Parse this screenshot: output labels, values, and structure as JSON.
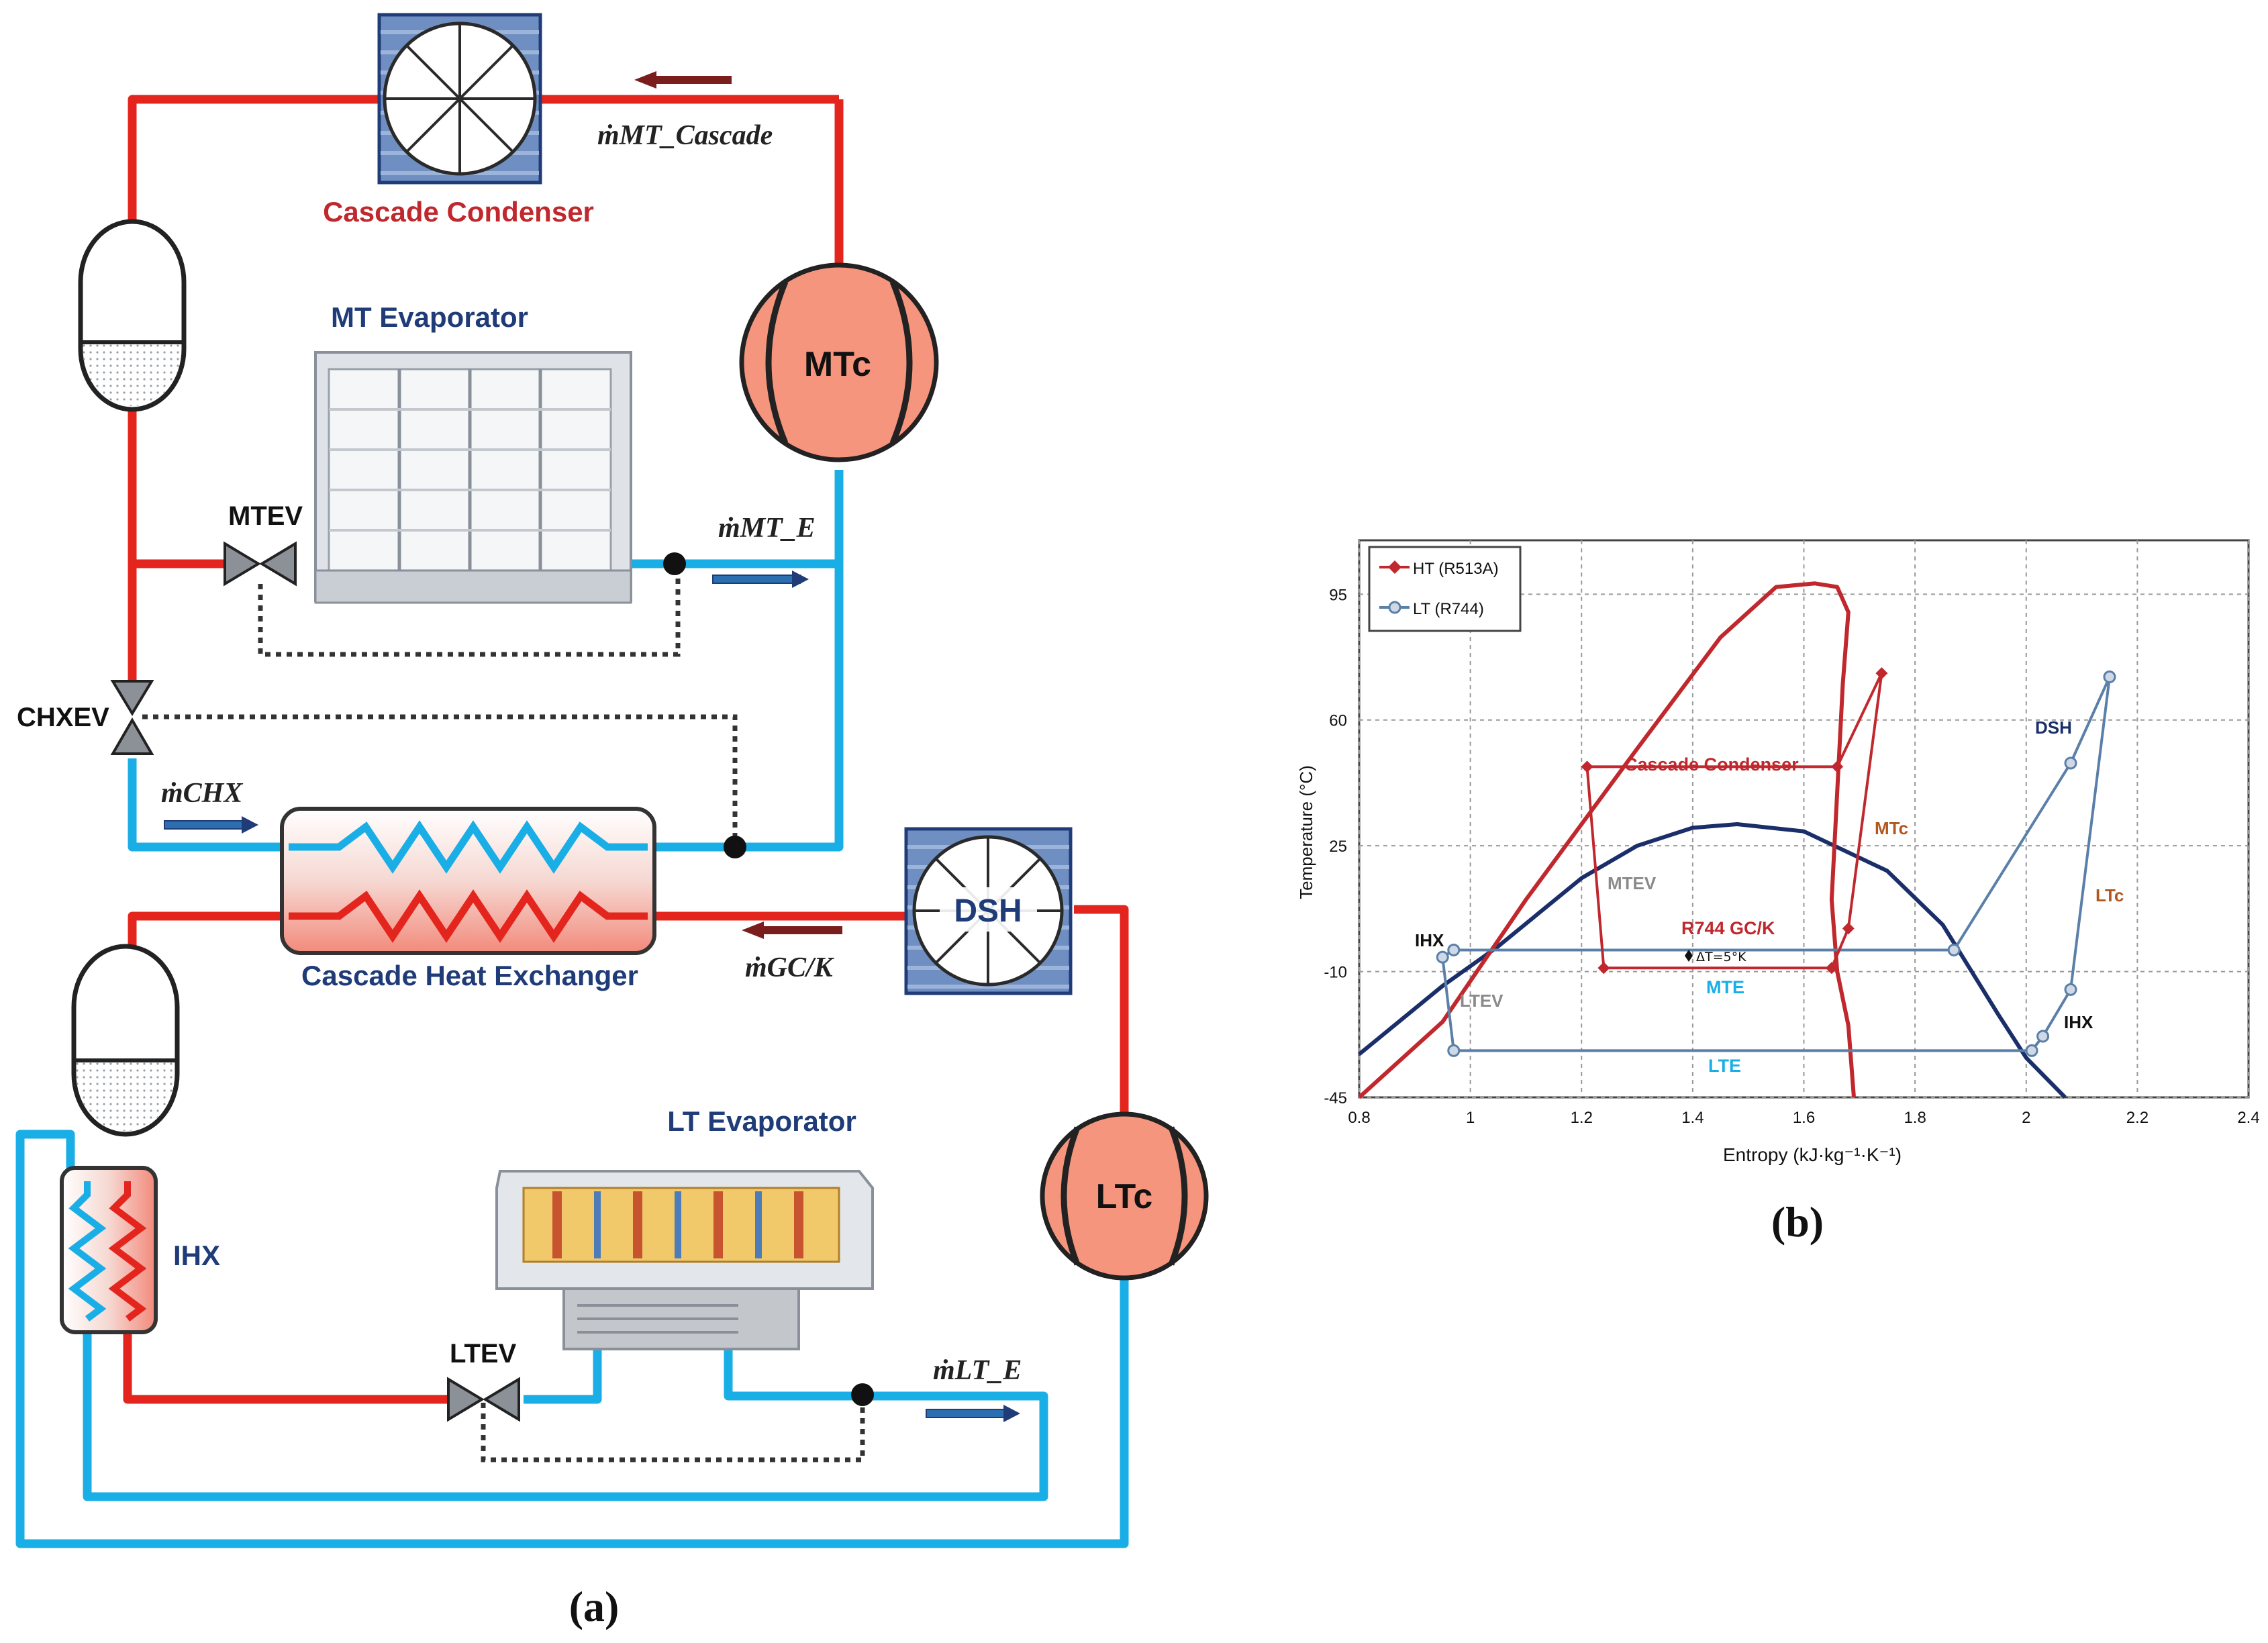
{
  "figure": {
    "panel_a_label": "(a)",
    "panel_b_label": "(b)"
  },
  "schematic": {
    "labels": {
      "cascade_condenser": "Cascade Condenser",
      "mt_evaporator": "MT Evaporator",
      "mt_compressor": "MTc",
      "mt_ev": "MTEV",
      "chx_ev": "CHXEV",
      "cascade_heat_exchanger": "Cascade Heat Exchanger",
      "dsh": "DSH",
      "lt_evaporator": "LT Evaporator",
      "lt_compressor": "LTc",
      "lt_ev": "LTEV",
      "ihx": "IHX"
    },
    "flows": {
      "m_mt_cascade": "ṁMT_Cascade",
      "m_mt_e": "ṁMT_E",
      "m_chx": "ṁCHX",
      "m_gc_k": "ṁGC/K",
      "m_lt_e": "ṁLT_E"
    },
    "colors": {
      "hot_line": "#e4251e",
      "cold_line": "#1aaee6",
      "compressor_fill": "#f5957e",
      "hx_blue": "#6f8fc2",
      "label_red": "#c0282d",
      "label_blue": "#1f3c78"
    }
  },
  "chart_data": {
    "type": "line",
    "xlabel": "Entropy (kJ·kg⁻¹·K⁻¹)",
    "ylabel": "Temperature (°C)",
    "xlim": [
      0.8,
      2.4
    ],
    "ylim": [
      -45,
      110
    ],
    "xticks": [
      "0.8",
      "1",
      "1.2",
      "1.4",
      "1.6",
      "1.8",
      "2",
      "2.2",
      "2.4"
    ],
    "yticks": [
      "95",
      "60",
      "25",
      "-10",
      "-45"
    ],
    "grid": true,
    "legend_position": "top-left",
    "series": [
      {
        "name": "HT (R513A)",
        "color": "#c0282d",
        "dome": [
          [
            0.8,
            -45
          ],
          [
            0.95,
            -24
          ],
          [
            1.1,
            10
          ],
          [
            1.3,
            52
          ],
          [
            1.45,
            83
          ],
          [
            1.55,
            97
          ],
          [
            1.62,
            98
          ],
          [
            1.66,
            97
          ],
          [
            1.68,
            90
          ],
          [
            1.67,
            70
          ],
          [
            1.66,
            40
          ],
          [
            1.65,
            10
          ],
          [
            1.66,
            -10
          ],
          [
            1.68,
            -25
          ],
          [
            1.69,
            -45
          ]
        ],
        "cycle": [
          [
            1.24,
            -9
          ],
          [
            1.65,
            -9
          ],
          [
            1.68,
            2
          ],
          [
            1.74,
            73
          ],
          [
            1.66,
            47
          ],
          [
            1.21,
            47
          ],
          [
            1.24,
            -9
          ]
        ],
        "markers": [
          [
            1.24,
            -9
          ],
          [
            1.65,
            -9
          ],
          [
            1.68,
            2
          ],
          [
            1.74,
            73
          ],
          [
            1.66,
            47
          ],
          [
            1.21,
            47
          ]
        ]
      },
      {
        "name": "LT (R744)",
        "color": "#5a7fa8",
        "dome": [
          [
            0.8,
            -33
          ],
          [
            0.95,
            -14
          ],
          [
            1.05,
            -3
          ],
          [
            1.2,
            16
          ],
          [
            1.3,
            25
          ],
          [
            1.4,
            30
          ],
          [
            1.48,
            31
          ],
          [
            1.6,
            29
          ],
          [
            1.75,
            18
          ],
          [
            1.85,
            3
          ],
          [
            1.95,
            -22
          ],
          [
            2.0,
            -34
          ],
          [
            2.07,
            -45
          ]
        ],
        "cycle": [
          [
            0.97,
            -4
          ],
          [
            1.87,
            -4
          ],
          [
            2.08,
            48
          ],
          [
            2.15,
            72
          ],
          [
            2.08,
            -15
          ],
          [
            2.03,
            -28
          ],
          [
            2.01,
            -32
          ],
          [
            0.97,
            -32
          ],
          [
            0.95,
            -6
          ],
          [
            0.97,
            -4
          ]
        ],
        "markers": [
          [
            0.97,
            -4
          ],
          [
            1.87,
            -4
          ],
          [
            2.08,
            48
          ],
          [
            2.15,
            72
          ],
          [
            2.08,
            -15
          ],
          [
            2.03,
            -28
          ],
          [
            2.01,
            -32
          ],
          [
            0.97,
            -32
          ],
          [
            0.95,
            -6
          ]
        ]
      }
    ],
    "annotations": {
      "cascade_condenser": "Cascade Condenser",
      "mtc": "MTc",
      "mtev": "MTEV",
      "r744_gck": "R744 GC/K",
      "delta_t": "ΔT=5°K",
      "mte": "MTE",
      "ihx_left": "IHX",
      "ltev": "LTEV",
      "lte": "LTE",
      "dsh": "DSH",
      "ltc": "LTc",
      "ihx_right": "IHX"
    },
    "dome_dark_color": "#1a2f6a"
  }
}
